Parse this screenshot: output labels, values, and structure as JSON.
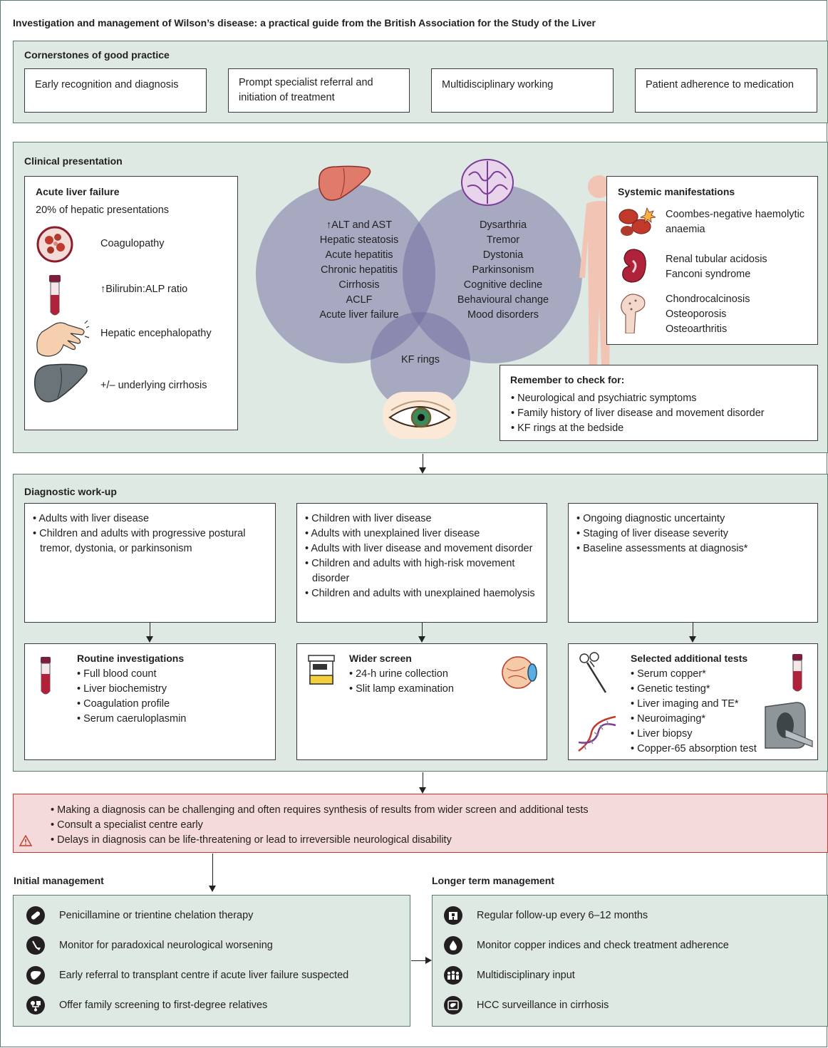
{
  "title": "Investigation and management of Wilson’s disease: a practical guide from the British Association for the Study of the Liver",
  "cornerstones": {
    "heading": "Cornerstones of good practice",
    "items": [
      "Early recognition and diagnosis",
      "Prompt specialist referral and initiation of treatment",
      "Multidisciplinary working",
      "Patient adherence to medication"
    ]
  },
  "clinical": {
    "heading": "Clinical presentation",
    "acute": {
      "heading": "Acute liver failure",
      "subtitle": "20% of hepatic presentations",
      "items": [
        {
          "label": "Coagulopathy",
          "icon": "blood-clot-icon"
        },
        {
          "label": "↑Bilirubin:ALP ratio",
          "icon": "blood-tube-icon"
        },
        {
          "label": "Hepatic encephalopathy",
          "icon": "flapping-hand-icon"
        },
        {
          "label": "+/– underlying cirrhosis",
          "icon": "cirrhotic-liver-icon"
        }
      ]
    },
    "hepatic": [
      "↑ALT and AST",
      "Hepatic steatosis",
      "Acute hepatitis",
      "Chronic hepatitis",
      "Cirrhosis",
      "ACLF",
      "Acute liver failure"
    ],
    "neuro": [
      "Dysarthria",
      "Tremor",
      "Dystonia",
      "Parkinsonism",
      "Cognitive decline",
      "Behavioural change",
      "Mood disorders"
    ],
    "eye": "KF rings",
    "systemic": {
      "heading": "Systemic manifestations",
      "items": [
        {
          "lines": [
            "Coombes-negative haemolytic",
            "anaemia"
          ],
          "icon": "red-blood-cells-icon"
        },
        {
          "lines": [
            "Renal tubular acidosis",
            "Fanconi syndrome"
          ],
          "icon": "kidney-icon"
        },
        {
          "lines": [
            "Chondrocalcinosis",
            "Osteoporosis",
            "Osteoarthritis"
          ],
          "icon": "bone-joint-icon"
        }
      ]
    },
    "remember": {
      "heading": "Remember to check for:",
      "items": [
        "Neurological and psychiatric symptoms",
        "Family history of liver disease and movement disorder",
        "KF rings at the bedside"
      ]
    }
  },
  "diagnostic": {
    "heading": "Diagnostic work-up",
    "col1": [
      "Adults with liver disease",
      "Children and adults with progressive postural tremor, dystonia, or parkinsonism"
    ],
    "col2": [
      "Children with liver disease",
      "Adults with unexplained liver disease",
      "Adults with liver disease and movement disorder",
      "Children and adults with high-risk movement disorder",
      "Children and adults with unexplained haemolysis"
    ],
    "col3": [
      "Ongoing diagnostic uncertainty",
      "Staging of liver disease severity",
      "Baseline assessments at diagnosis*"
    ],
    "routine": {
      "heading": "Routine investigations",
      "items": [
        "Full blood count",
        "Liver biochemistry",
        "Coagulation profile",
        "Serum caeruloplasmin"
      ]
    },
    "wider": {
      "heading": "Wider screen",
      "items": [
        "24-h urine collection",
        "Slit lamp examination"
      ]
    },
    "selected": {
      "heading": "Selected additional tests",
      "items": [
        "Serum copper*",
        "Genetic testing*",
        "Liver imaging and TE*",
        "Neuroimaging*",
        "Liver biopsy",
        "Copper-65 absorption test"
      ]
    }
  },
  "warning": {
    "items": [
      "Making a diagnosis can be challenging and often requires synthesis of results from wider screen and additional tests",
      "Consult a specialist centre early",
      "Delays in diagnosis can be life-threatening or lead to irreversible neurological disability"
    ]
  },
  "initial": {
    "heading": "Initial management",
    "items": [
      {
        "label": "Penicillamine or trientine chelation therapy",
        "icon": "pill-icon"
      },
      {
        "label": "Monitor for paradoxical neurological worsening",
        "icon": "reflex-hammer-icon"
      },
      {
        "label": "Early referral to transplant centre if acute liver failure suspected",
        "icon": "liver-icon"
      },
      {
        "label": "Offer family screening to first-degree relatives",
        "icon": "family-tree-icon"
      }
    ]
  },
  "longer": {
    "heading": "Longer term management",
    "items": [
      {
        "label": "Regular follow-up every 6–12 months",
        "icon": "hospital-icon"
      },
      {
        "label": "Monitor copper indices and check treatment adherence",
        "icon": "drop-icon"
      },
      {
        "label": "Multidisciplinary input",
        "icon": "team-icon"
      },
      {
        "label": "HCC surveillance in cirrhosis",
        "icon": "liver-scan-icon"
      }
    ]
  },
  "colors": {
    "panel": "#dde9e2",
    "panel_border": "#5a7d6a",
    "warning_bg": "#f4dada",
    "warning_border": "#c0392b",
    "circle": "#6f6a9e"
  }
}
